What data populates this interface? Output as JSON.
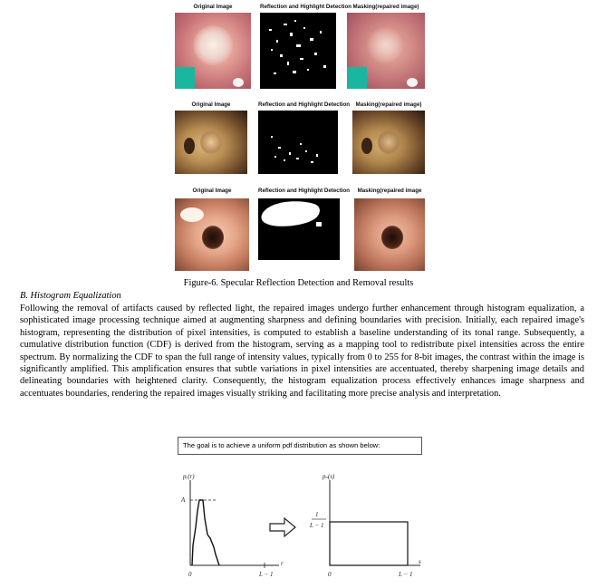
{
  "figure": {
    "rows": [
      {
        "labels": [
          "Original Image",
          "Reflection and Highlight Detection",
          "Masking(repaired image)"
        ]
      },
      {
        "labels": [
          "Original Image",
          "Reflection and Highlight Detection",
          "Masking(repaired image)"
        ]
      },
      {
        "labels": [
          "Original Image",
          "Reflection and Highlight Detection",
          "Masking(repaired image"
        ]
      }
    ],
    "caption": "Figure-6. Specular Reflection Detection and Removal results"
  },
  "section": {
    "heading": "B.   Histogram Equalization",
    "paragraph": "Following the removal of artifacts caused by reflected light, the repaired images undergo further enhancement through histogram equalization, a sophisticated image processing technique aimed at augmenting sharpness and defining boundaries with precision. Initially, each repaired image's histogram, representing the distribution of pixel intensities, is computed to establish a baseline understanding of its tonal range. Subsequently, a cumulative distribution function (CDF) is derived from the histogram, serving as a mapping tool to redistribute pixel intensities across the entire spectrum. By normalizing the CDF to span the full range of intensity values, typically from 0 to 255 for 8-bit images, the contrast within the image is significantly amplified. This amplification ensures that subtle variations in pixel intensities are accentuated, thereby sharpening image details and delineating boundaries with heightened clarity. Consequently, the histogram equalization process effectively enhances image sharpness and accentuates boundaries, rendering the repaired images visually striking and facilitating more precise analysis and interpretation."
  },
  "pdf_figure": {
    "goal_text": "The goal is to achieve a uniform pdf distribution as shown below:",
    "left": {
      "ylabel": "pᵣ(r)",
      "peak_label": "A",
      "origin": "0",
      "xend": "L − 1",
      "xvar": "r"
    },
    "right": {
      "ylabel": "pₛ(s)",
      "level_num": "1",
      "level_den": "L − 1",
      "origin": "0",
      "xend": "L − 1",
      "xvar": "s"
    }
  }
}
